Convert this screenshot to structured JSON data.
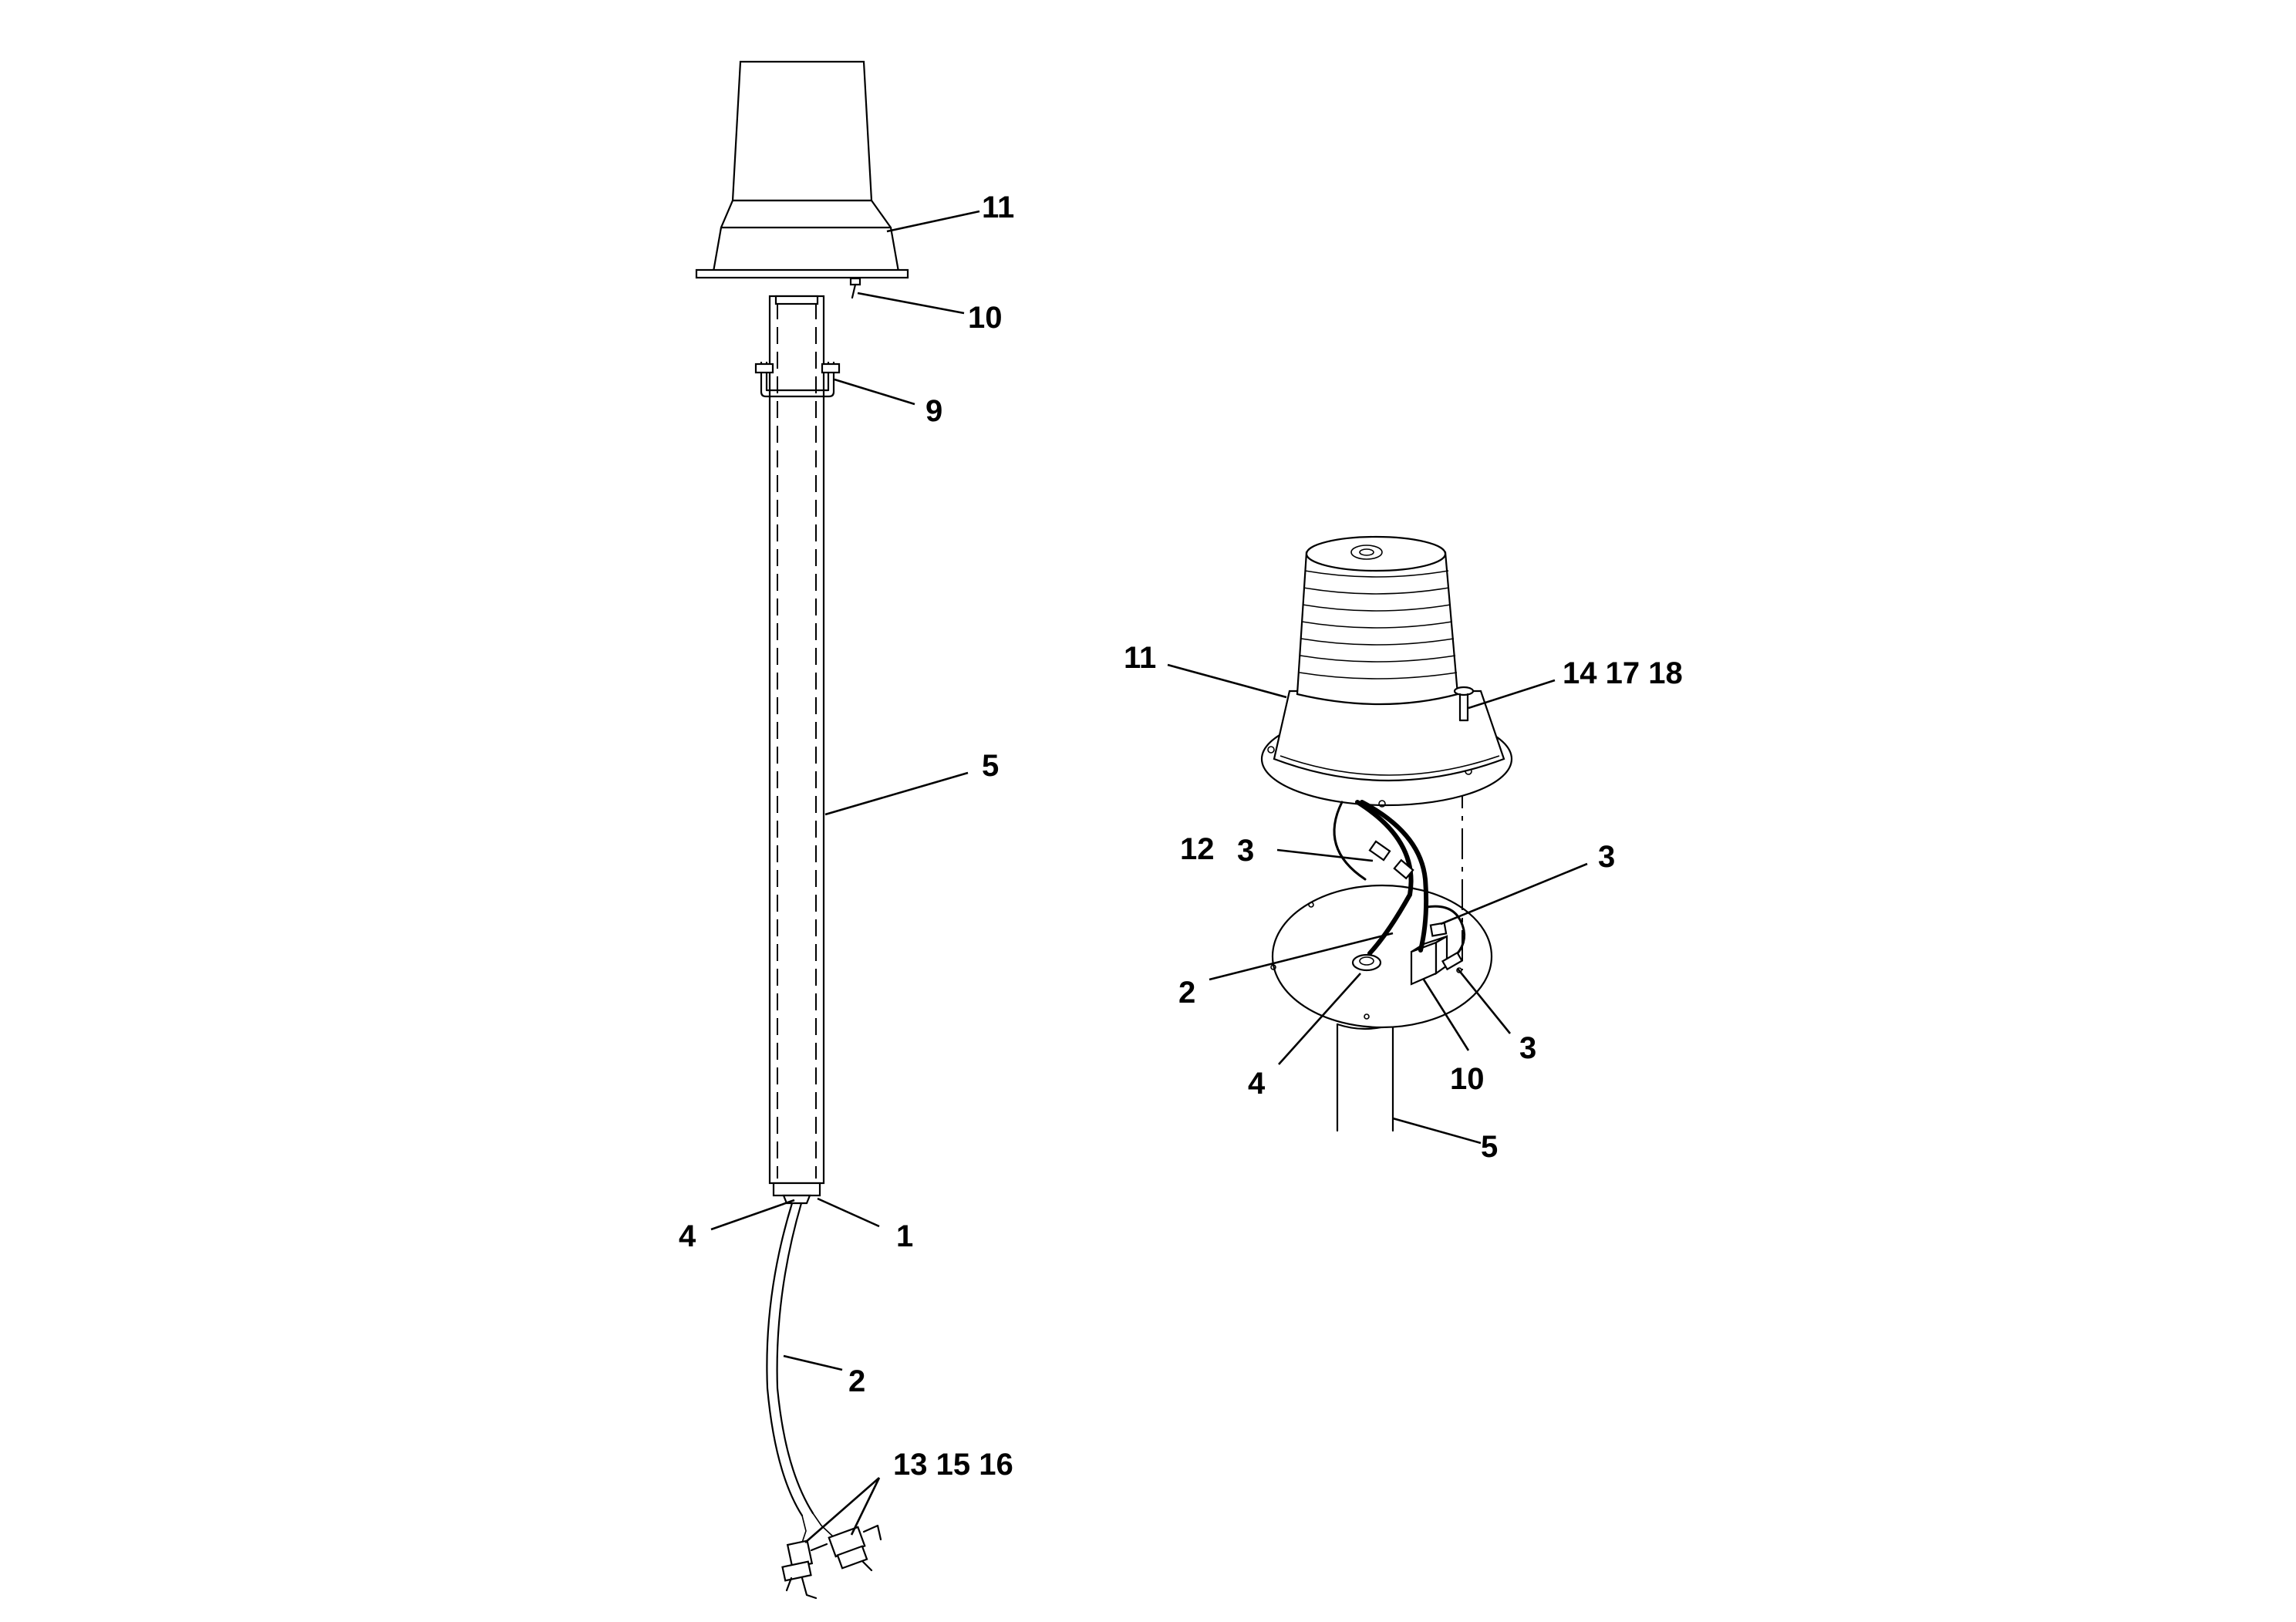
{
  "left_view": {
    "callouts": {
      "beacon": "11",
      "screw": "10",
      "u_bolt": "9",
      "pole": "5",
      "grommet": "4",
      "cap": "1",
      "cable": "2",
      "connectors": "13 15 16"
    }
  },
  "right_view": {
    "callouts": {
      "beacon": "11",
      "fasteners": "14 17 18",
      "harness_a": "12",
      "harness_b": "3",
      "connector_top": "3",
      "cable": "2",
      "grommet": "4",
      "mount": "10",
      "connector_side": "3",
      "pole": "5"
    }
  }
}
